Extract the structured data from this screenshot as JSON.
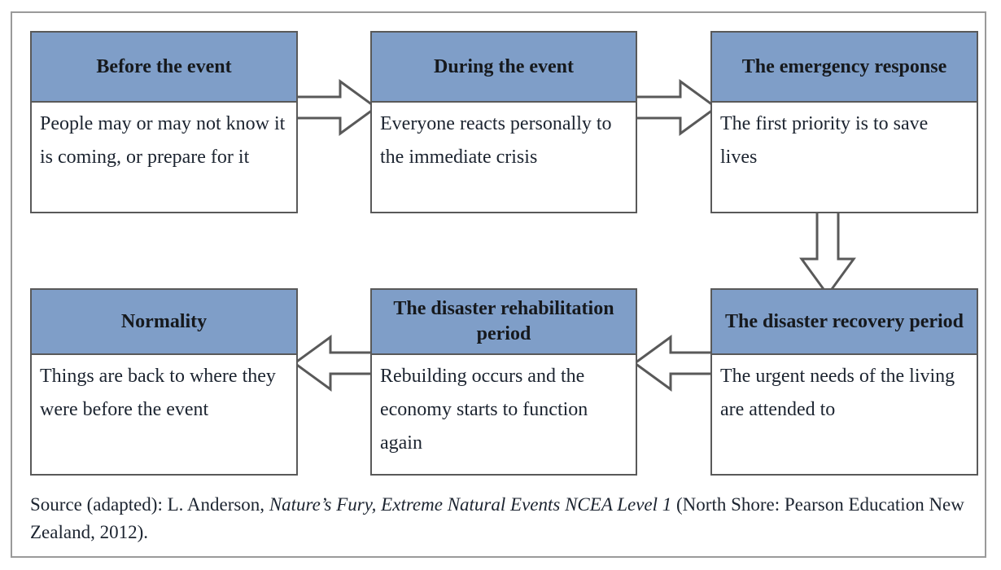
{
  "figure": {
    "title": "Disaster cycle flow diagram",
    "accent_color": "#7f9ec8",
    "border_color": "#595959",
    "frame_color": "#9a9a9a",
    "text_color": "#1c2430"
  },
  "stages": [
    {
      "id": "before-the-event",
      "header": "Before the event",
      "body": "People may or may not know it is coming, or prepare for it"
    },
    {
      "id": "during-the-event",
      "header": "During the event",
      "body": "Everyone reacts personally to the immediate crisis"
    },
    {
      "id": "the-emergency-response",
      "header": "The emergency response",
      "body": "The first priority is to save lives"
    },
    {
      "id": "the-disaster-recovery-period",
      "header": "The disaster recovery period",
      "body": "The urgent needs of the living are attended to"
    },
    {
      "id": "the-disaster-rehabilitation-period",
      "header": "The disaster rehabilitation period",
      "body": "Rebuilding occurs and the economy starts to function again"
    },
    {
      "id": "normality",
      "header": "Normality",
      "body": "Things are back to where they were before the event"
    }
  ],
  "arrows": [
    {
      "id": "before-to-during",
      "direction": "right",
      "icon": "arrow-right-icon"
    },
    {
      "id": "during-to-emergency",
      "direction": "right",
      "icon": "arrow-right-icon"
    },
    {
      "id": "emergency-to-recovery",
      "direction": "down",
      "icon": "arrow-down-icon"
    },
    {
      "id": "recovery-to-rehabilitation",
      "direction": "left",
      "icon": "arrow-left-icon"
    },
    {
      "id": "rehabilitation-to-normality",
      "direction": "left",
      "icon": "arrow-left-icon"
    }
  ],
  "source": {
    "prefix": "Source (adapted): L. Anderson, ",
    "work_title": "Nature’s Fury, Extreme Natural Events NCEA Level 1",
    "suffix": " (North Shore: Pearson Education New Zealand, 2012)."
  }
}
